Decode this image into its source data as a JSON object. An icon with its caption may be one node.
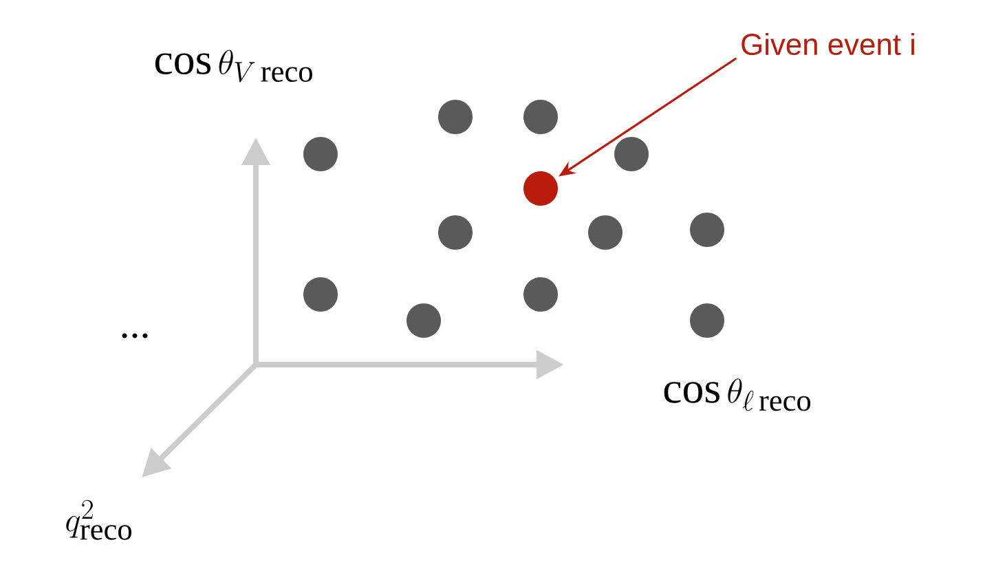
{
  "diagram": {
    "nodes": [
      {
        "text": [
          "Given event i"
        ]
      },
      {
        "text": [],
        "shape": "circle"
      },
      {
        "text": [],
        "shape": "circle"
      },
      {
        "text": [],
        "shape": "circle"
      },
      {
        "text": [],
        "shape": "circle"
      },
      {
        "text": [],
        "shape": "circle"
      },
      {
        "text": [],
        "shape": "circle"
      },
      {
        "text": [],
        "shape": "circle"
      },
      {
        "text": [],
        "shape": "circle"
      },
      {
        "text": [],
        "shape": "circle"
      },
      {
        "text": [],
        "shape": "circle"
      },
      {
        "text": [],
        "shape": "circle"
      },
      {
        "text": [],
        "shape": "circle"
      }
    ],
    "edges": [
      {
        "from": 0,
        "to": 5,
        "arrow": "to",
        "color": "#b81c0c"
      }
    ],
    "labels": [
      "\\cos\\theta_{V\\,\\mathrm{reco}}",
      "...",
      "\\cos\\theta_{\\ell\\,\\mathrm{reco}}",
      "q^2_{\\mathrm{reco}}"
    ]
  }
}
